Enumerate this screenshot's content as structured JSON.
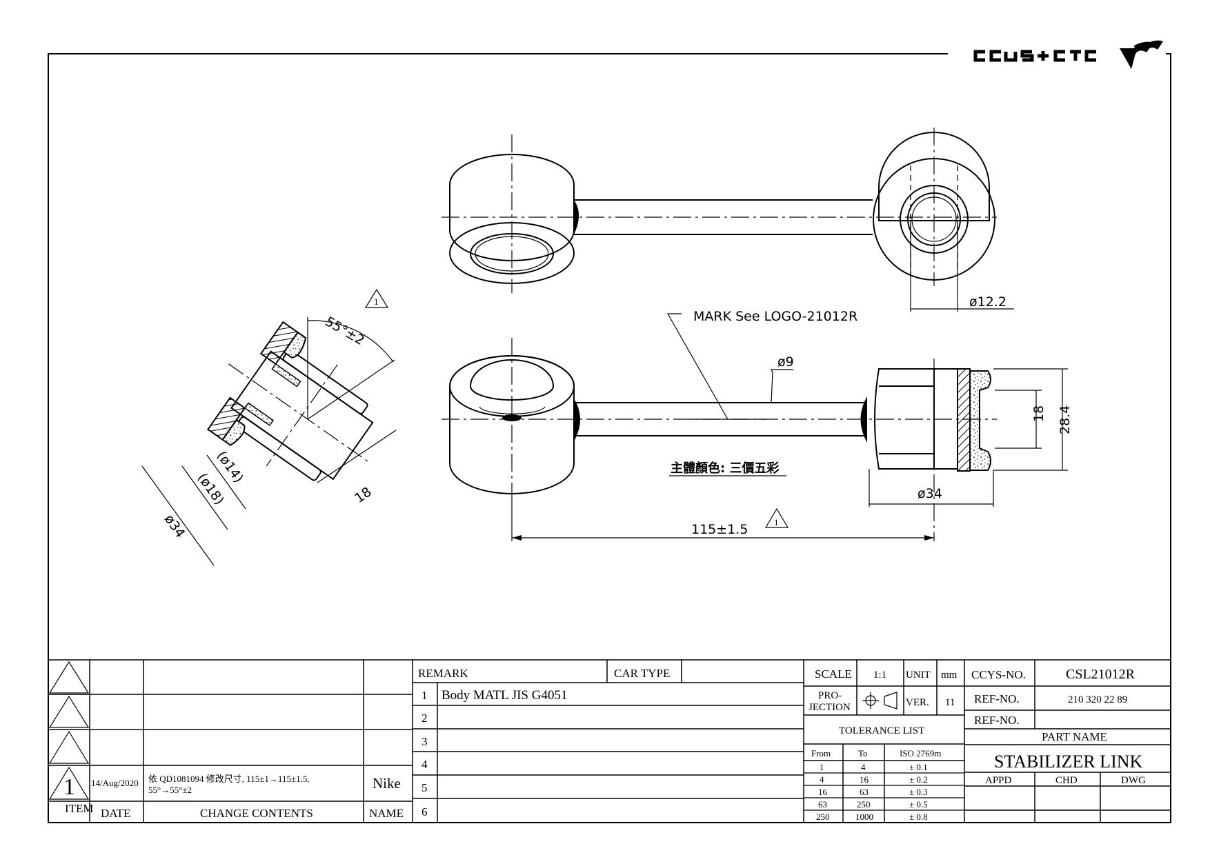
{
  "header": {
    "logo_text": "CCYS+CTC"
  },
  "drawing": {
    "mark_note": "MARK See LOGO-21012R",
    "color_note": "主體顏色: 三價五彩",
    "dim_ball_bore": "ø12.2",
    "dim_rod": "ø9",
    "dim_ball_width": "18",
    "dim_ball_height": "28.4",
    "dim_housing": "ø34",
    "dim_length": "115±1.5",
    "dim_angle": "55°±2",
    "dim_sec_14": "(ø14)",
    "dim_sec_18": "(ø18)",
    "dim_sec_34": "ø34",
    "dim_sec_w": "18",
    "rev_mark": "1"
  },
  "revision": {
    "rows": [
      {
        "item": "",
        "date": "",
        "content_line1": "",
        "content_line2": "",
        "name": ""
      },
      {
        "item": "",
        "date": "",
        "content_line1": "",
        "content_line2": "",
        "name": ""
      },
      {
        "item": "",
        "date": "",
        "content_line1": "",
        "content_line2": "",
        "name": ""
      },
      {
        "item": "1",
        "date": "14/Aug/2020",
        "content_line1": "依 QD1081094 修改尺寸, 115±1→115±1.5,",
        "content_line2": "55°→55°±2",
        "name": "Nike"
      }
    ],
    "headers": {
      "item": "ITEM",
      "date": "DATE",
      "content": "CHANGE CONTENTS",
      "name": "NAME"
    }
  },
  "remarks": {
    "header": "REMARK",
    "car_type_label": "CAR TYPE",
    "car_type_value": "",
    "rows": [
      {
        "no": "1",
        "text": "Body MATL JIS G4051"
      },
      {
        "no": "2",
        "text": ""
      },
      {
        "no": "3",
        "text": ""
      },
      {
        "no": "4",
        "text": ""
      },
      {
        "no": "5",
        "text": ""
      },
      {
        "no": "6",
        "text": ""
      }
    ]
  },
  "specs": {
    "scale_label": "SCALE",
    "scale_value": "1:1",
    "unit_label": "UNIT",
    "unit_value": "mm",
    "projection_label_1": "PRO-",
    "projection_label_2": "JECTION",
    "ver_label": "VER.",
    "ver_value": "11",
    "tolerance_title": "TOLERANCE LIST",
    "tolerance_headers": [
      "From",
      "To",
      "ISO 2769m"
    ],
    "tolerance_rows": [
      [
        "1",
        "4",
        "± 0.1"
      ],
      [
        "4",
        "16",
        "± 0.2"
      ],
      [
        "16",
        "63",
        "± 0.3"
      ],
      [
        "63",
        "250",
        "± 0.5"
      ],
      [
        "250",
        "1000",
        "± 0.8"
      ]
    ]
  },
  "part": {
    "ccys_no_label": "CCYS-NO.",
    "ccys_no_value": "CSL21012R",
    "ref_no_label_1": "REF-NO.",
    "ref_no_value_1": "210 320 22 89",
    "ref_no_label_2": "REF-NO.",
    "ref_no_value_2": "",
    "part_name_label": "PART NAME",
    "part_name_value": "STABILIZER LINK",
    "approvals": [
      "APPD",
      "CHD",
      "DWG"
    ]
  }
}
